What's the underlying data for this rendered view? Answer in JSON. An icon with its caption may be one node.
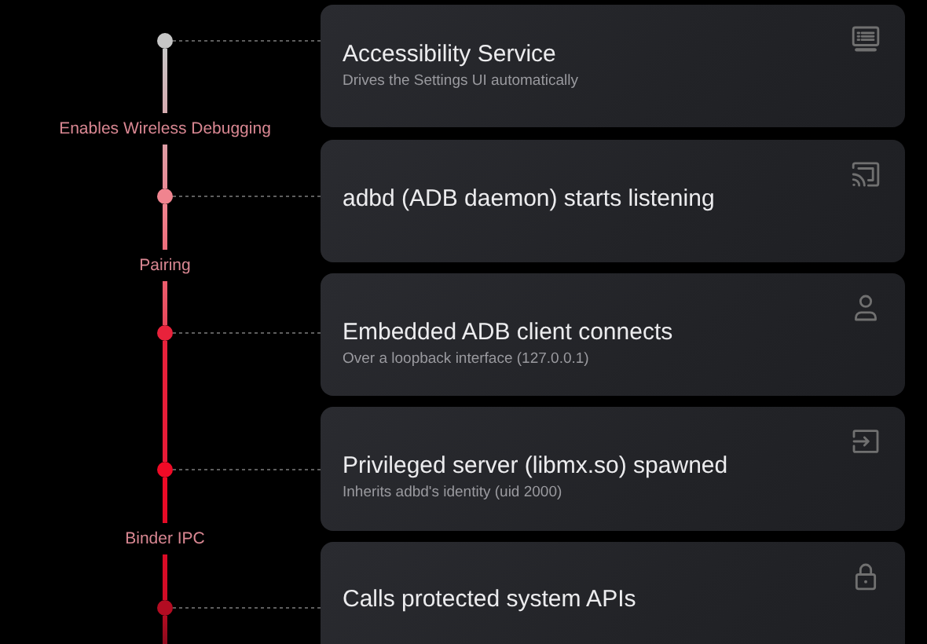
{
  "diagram": {
    "nodes": [
      {
        "text": [
          "Accessibility Service",
          "Drives the Settings UI automatically"
        ]
      },
      {
        "text": [
          "adbd (ADB daemon) starts listening"
        ]
      },
      {
        "text": [
          "Embedded ADB client connects",
          "Over a loopback interface (127.0.0.1)"
        ]
      },
      {
        "text": [
          "Privileged server (libmx.so) spawned",
          "Inherits adbd's identity (uid 2000)"
        ]
      },
      {
        "text": [
          "Calls protected system APIs"
        ]
      },
      {
        "text": [],
        "shape": "circle"
      },
      {
        "text": [],
        "shape": "circle"
      },
      {
        "text": [],
        "shape": "circle"
      },
      {
        "text": [],
        "shape": "circle"
      },
      {
        "text": [],
        "shape": "circle"
      }
    ],
    "edges": [
      {
        "from": 5,
        "to": 6,
        "arrow": "none",
        "label": "Enables Wireless Debugging",
        "style": "thick",
        "color": "#e98a95"
      },
      {
        "from": 6,
        "to": 7,
        "arrow": "none",
        "label": "Pairing",
        "style": "thick",
        "color": "#e8475a"
      },
      {
        "from": 7,
        "to": 8,
        "arrow": "none",
        "style": "thick",
        "color": "#e81a36"
      },
      {
        "from": 8,
        "to": 9,
        "arrow": "none",
        "label": "Binder IPC",
        "style": "thick",
        "color": "#d00c26"
      },
      {
        "from": 9,
        "to": null,
        "arrow": "none",
        "style": "thick",
        "color": "#8e0a1c"
      },
      {
        "from": 5,
        "to": 0,
        "arrow": "none",
        "style": "dashed"
      },
      {
        "from": 6,
        "to": 1,
        "arrow": "none",
        "style": "dashed"
      },
      {
        "from": 7,
        "to": 2,
        "arrow": "none",
        "style": "dashed"
      },
      {
        "from": 8,
        "to": 3,
        "arrow": "none",
        "style": "dashed"
      },
      {
        "from": 9,
        "to": 4,
        "arrow": "none",
        "style": "dashed"
      }
    ]
  }
}
